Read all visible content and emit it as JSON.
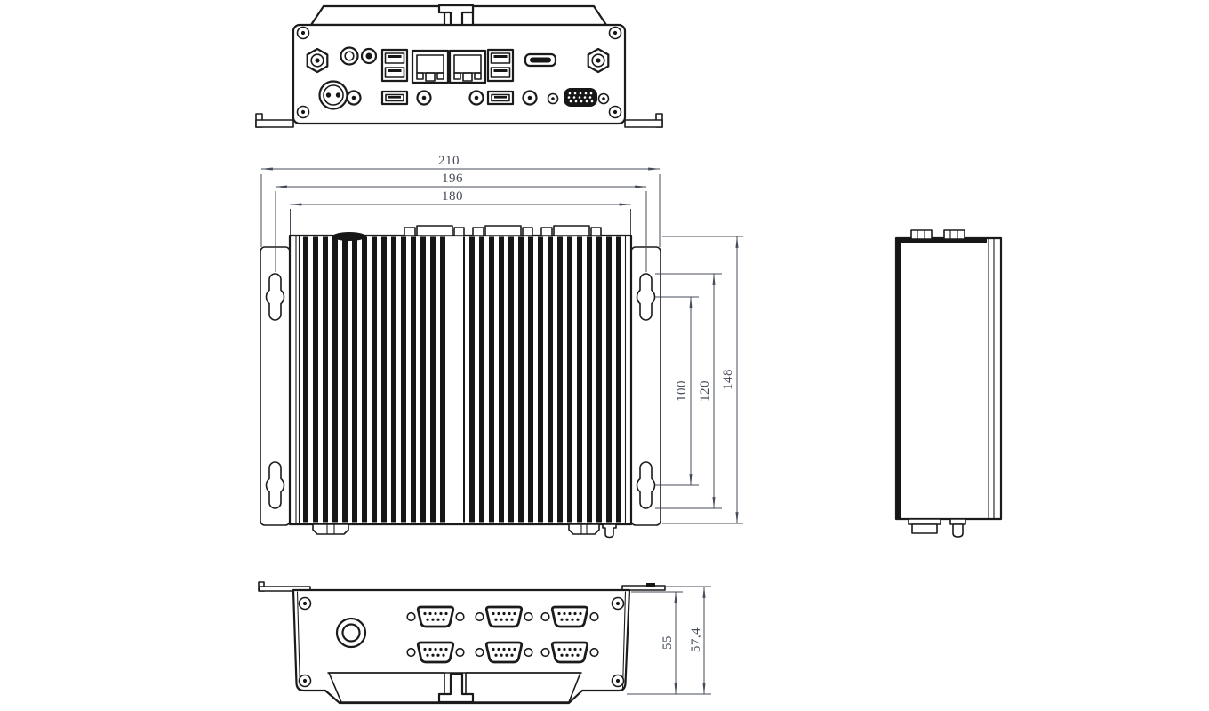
{
  "colors": {
    "background": "#ffffff",
    "line": "#1b1b1b",
    "dim_text": "#454b57"
  },
  "dimensions": {
    "top_view": {
      "width_overall": "210",
      "width_mount_holes": "196",
      "width_body": "180",
      "hole_center_spacing": "100",
      "hole_outer_spacing": "120",
      "height_overall": "148"
    },
    "front_view": {
      "body_depth": "55",
      "overall_depth": "57,4"
    }
  }
}
